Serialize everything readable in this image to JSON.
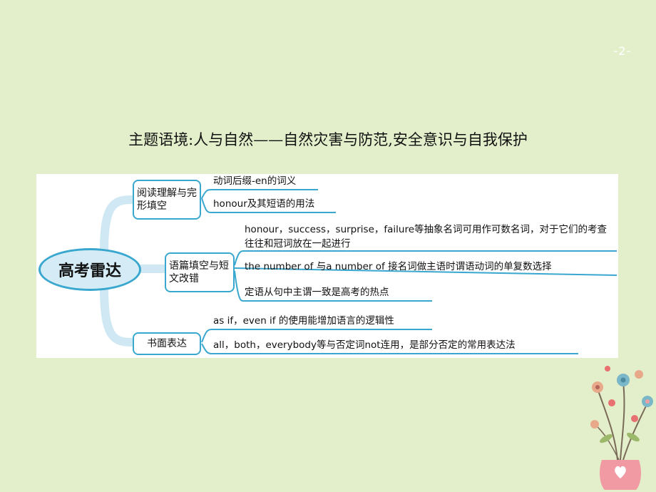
{
  "page_number": "-2-",
  "title": "主题语境:人与自然——自然灾害与防范,安全意识与自我保护",
  "mindmap": {
    "root": "高考雷达",
    "branches": [
      {
        "label": "阅读理解与完形填空",
        "items": [
          "动词后缀-en的词义",
          "honour及其短语的用法"
        ]
      },
      {
        "label": "语篇填空与短文改错",
        "items": [
          "honour，success，surprise，failure等抽象名词可用作可数名词，对于它们的考查往往和冠词放在一起进行",
          "the number of 与a number of 接名词做主语时谓语动词的单复数选择",
          "定语从句中主谓一致是高考的热点"
        ]
      },
      {
        "label": "书面表达",
        "items": [
          "as if，even if 的使用能增加语言的逻辑性",
          "all，both，everybody等与否定词not连用，是部分否定的常用表达法"
        ]
      }
    ]
  },
  "colors": {
    "background": "#e3eecb",
    "accent": "#3aa7cf",
    "connector": "#cfe8f3"
  },
  "decoration": "flower-vase-illustration"
}
